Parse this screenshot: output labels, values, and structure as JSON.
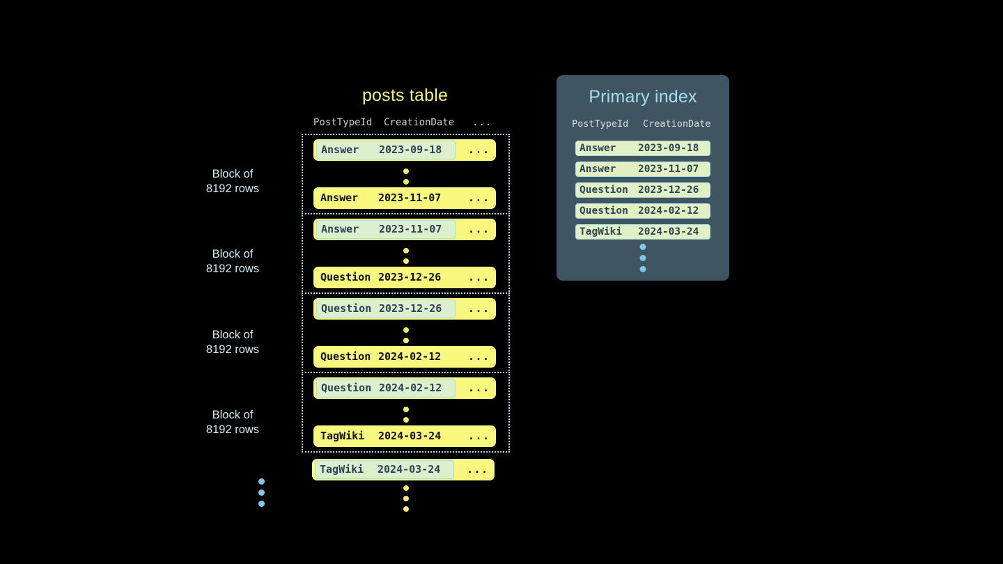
{
  "posts_table": {
    "title": "posts table",
    "columns": [
      "PostTypeId",
      "CreationDate",
      "..."
    ],
    "more_cell": "...",
    "blocks": [
      {
        "label": "Block of\n8192 rows",
        "first_row": {
          "post_type_id": "Answer",
          "creation_date": "2023-09-18",
          "more": "...",
          "highlighted": true
        },
        "last_row": {
          "post_type_id": "Answer",
          "creation_date": "2023-11-07",
          "more": "...",
          "highlighted": false
        }
      },
      {
        "label": "Block of\n8192 rows",
        "first_row": {
          "post_type_id": "Answer",
          "creation_date": "2023-11-07",
          "more": "...",
          "highlighted": true
        },
        "last_row": {
          "post_type_id": "Question",
          "creation_date": "2023-12-26",
          "more": "...",
          "highlighted": false
        }
      },
      {
        "label": "Block of\n8192 rows",
        "first_row": {
          "post_type_id": "Question",
          "creation_date": "2023-12-26",
          "more": "...",
          "highlighted": true
        },
        "last_row": {
          "post_type_id": "Question",
          "creation_date": "2024-02-12",
          "more": "...",
          "highlighted": false
        }
      },
      {
        "label": "Block of\n8192 rows",
        "first_row": {
          "post_type_id": "Question",
          "creation_date": "2024-02-12",
          "more": "...",
          "highlighted": true
        },
        "last_row": {
          "post_type_id": "TagWiki",
          "creation_date": "2024-03-24",
          "more": "...",
          "highlighted": false
        }
      }
    ],
    "trailing_row": {
      "post_type_id": "TagWiki",
      "creation_date": "2024-03-24",
      "more": "...",
      "highlighted": true
    }
  },
  "primary_index": {
    "title": "Primary index",
    "columns": [
      "PostTypeId",
      "CreationDate"
    ],
    "rows": [
      {
        "post_type_id": "Answer",
        "creation_date": "2023-09-18"
      },
      {
        "post_type_id": "Answer",
        "creation_date": "2023-11-07"
      },
      {
        "post_type_id": "Question",
        "creation_date": "2023-12-26"
      },
      {
        "post_type_id": "Question",
        "creation_date": "2024-02-12"
      },
      {
        "post_type_id": "TagWiki",
        "creation_date": "2024-03-24"
      }
    ]
  },
  "colors": {
    "background": "#000000",
    "row_yellow": "#f9f87e",
    "key_highlight_fill": "#ddf0cd",
    "key_highlight_border": "#a9dced",
    "block_border": "#a9dced",
    "title_yellow": "#f5f27a",
    "label_blue": "#cdeaf4",
    "panel_background": "#3f5561",
    "panel_title": "#a6dcf0",
    "index_row_fill": "#e2f1c4",
    "dot_yellow": "#f2ef6d",
    "dot_blue": "#7fc8e8",
    "key_text": "#2e4254"
  }
}
